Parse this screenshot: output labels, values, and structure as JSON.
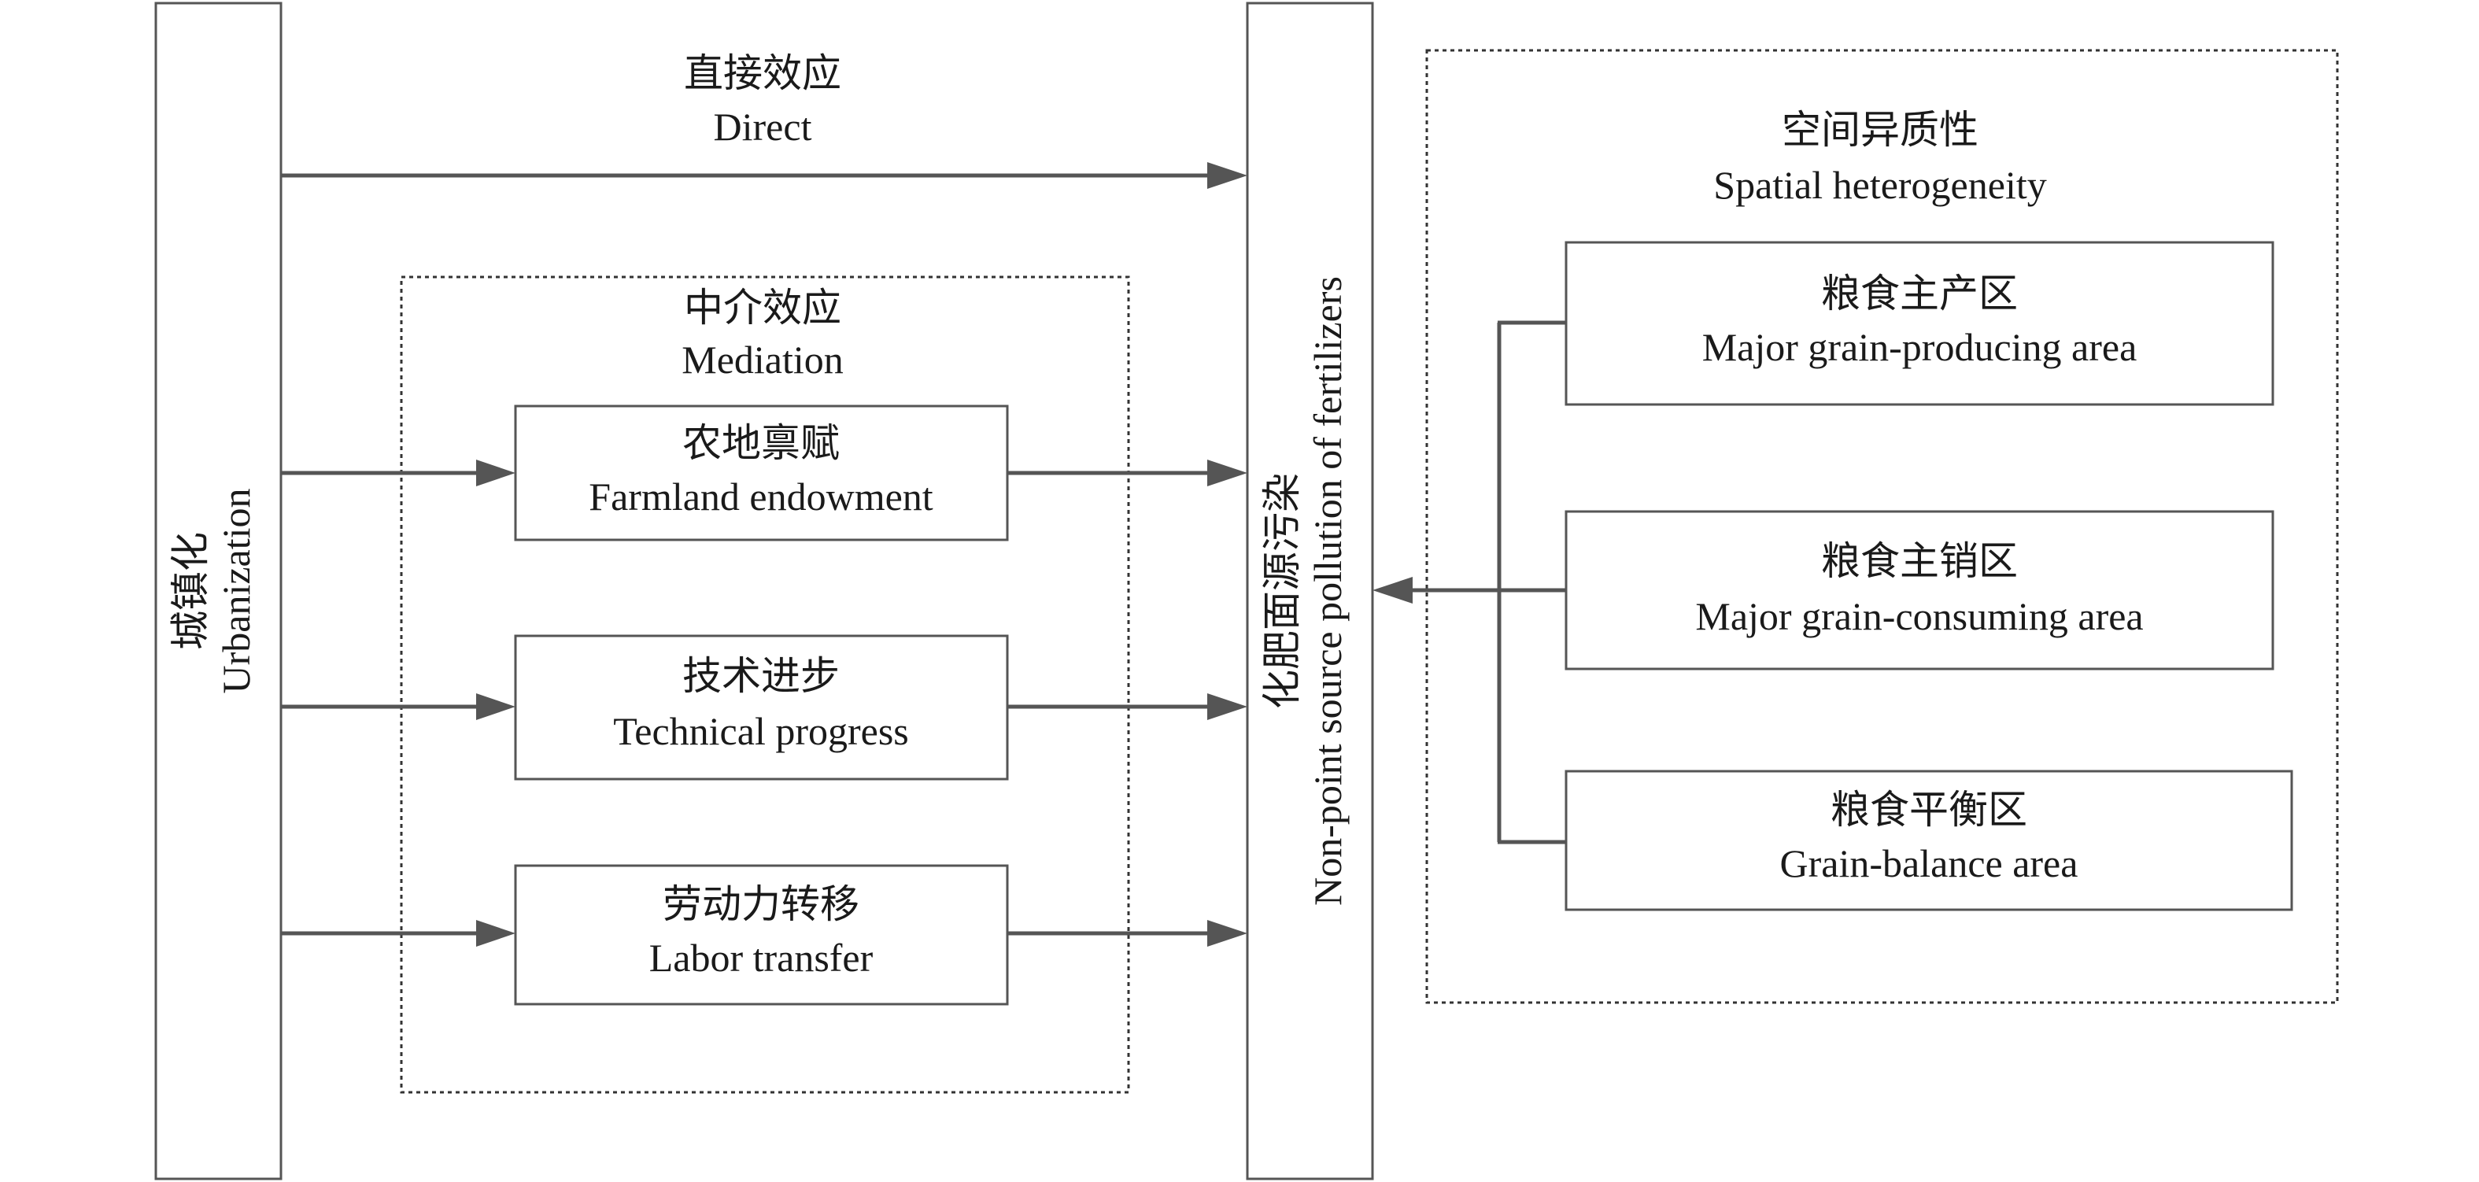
{
  "urbanization": {
    "zh": "城镇化",
    "en": "Urbanization"
  },
  "pollution": {
    "zh": "化肥面源污染",
    "en": "Non-point source pollution of fertilizers"
  },
  "direct": {
    "zh": "直接效应",
    "en": "Direct"
  },
  "mediation": {
    "zh": "中介效应",
    "en": "Mediation",
    "items": [
      {
        "zh": "农地禀赋",
        "en": "Farmland endowment"
      },
      {
        "zh": "技术进步",
        "en": "Technical progress"
      },
      {
        "zh": "劳动力转移",
        "en": "Labor transfer"
      }
    ]
  },
  "heterogeneity": {
    "zh": "空间异质性",
    "en": "Spatial heterogeneity",
    "items": [
      {
        "zh": "粮食主产区",
        "en": "Major grain-producing area"
      },
      {
        "zh": "粮食主销区",
        "en": "Major grain-consuming area"
      },
      {
        "zh": "粮食平衡区",
        "en": "Grain-balance area"
      }
    ]
  }
}
